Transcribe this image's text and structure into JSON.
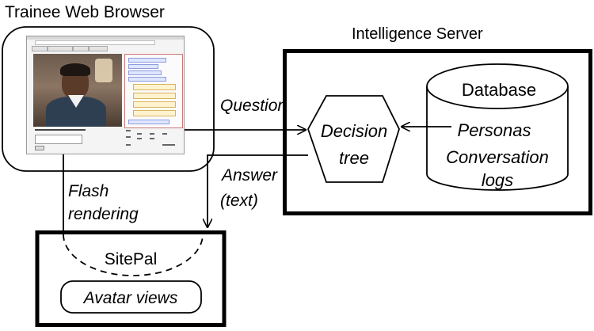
{
  "labels": {
    "trainee_browser": "Trainee Web Browser",
    "intelligence_server": "Intelligence Server",
    "database": "Database",
    "personas": "Personas",
    "conversation": "Conversation",
    "logs": "logs",
    "decision": "Decision",
    "tree": "tree",
    "question": "Question",
    "answer": "Answer",
    "answer_text": "(text)",
    "flash": "Flash",
    "rendering": "rendering",
    "sitepal": "SitePal",
    "avatar_views": "Avatar views"
  }
}
